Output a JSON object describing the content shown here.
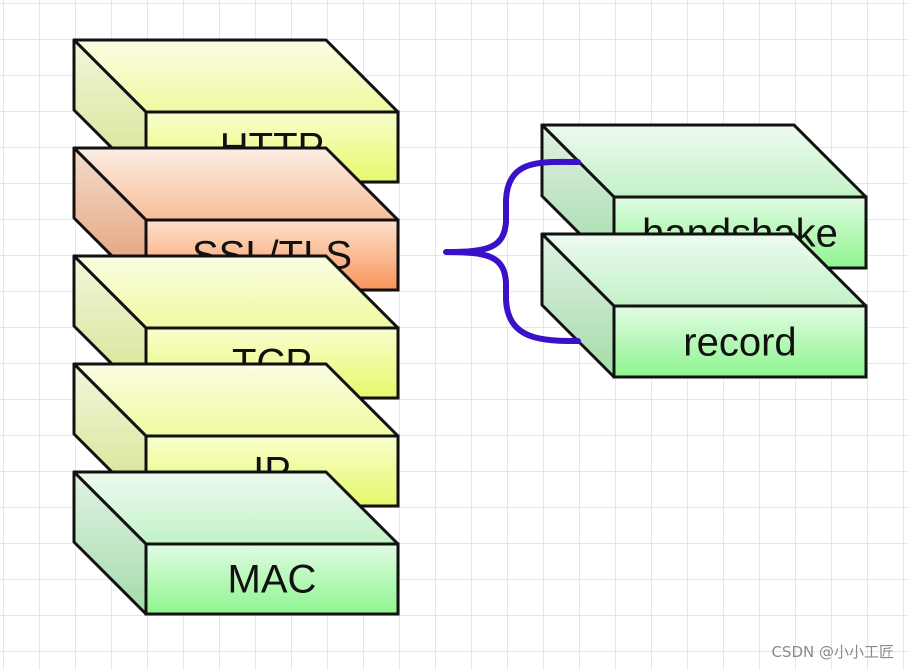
{
  "stack": [
    {
      "label": "HTTP",
      "color": "yellow"
    },
    {
      "label": "SSL/TLS",
      "color": "orange"
    },
    {
      "label": "TCP",
      "color": "yellow"
    },
    {
      "label": "IP",
      "color": "yellow"
    },
    {
      "label": "MAC",
      "color": "green"
    }
  ],
  "subprotocols": [
    {
      "label": "handshake",
      "color": "green"
    },
    {
      "label": "record",
      "color": "green"
    }
  ],
  "brace_color": "#3a10c8",
  "watermark": "CSDN @小小工匠"
}
